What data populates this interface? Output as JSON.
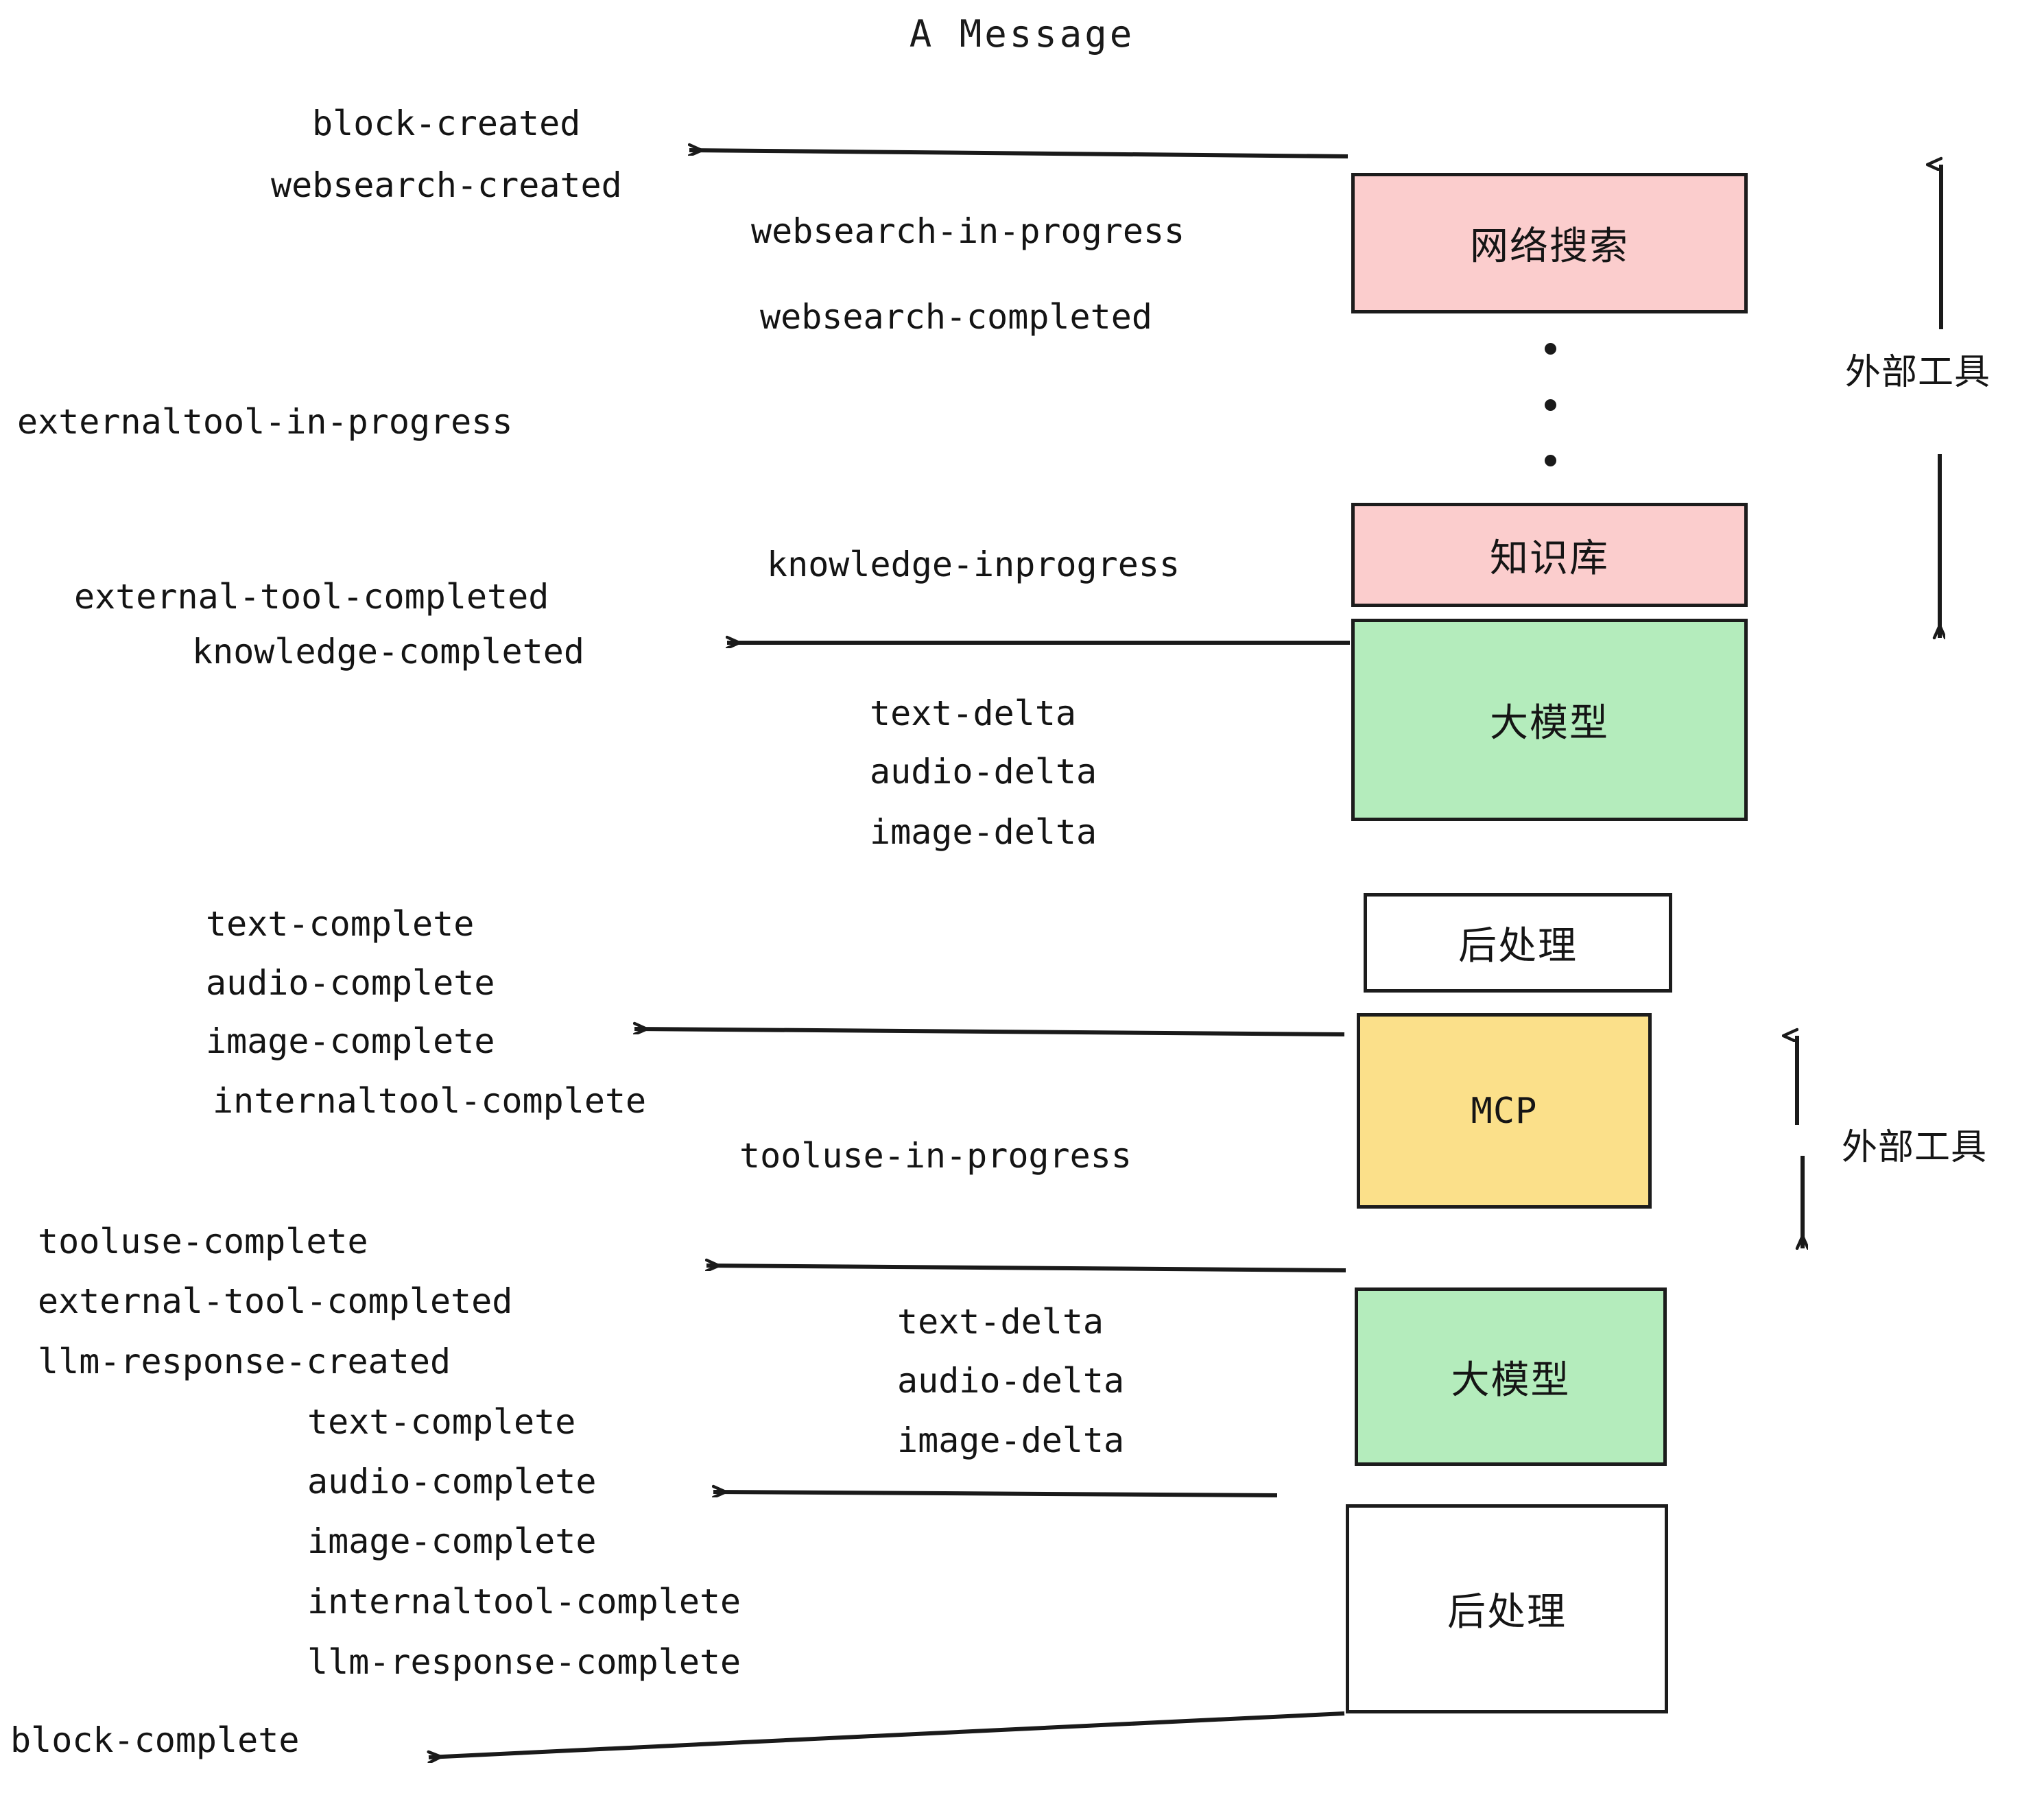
{
  "title": "A Message",
  "colors": {
    "pink": "#fbcdcd",
    "green": "#b4ecbc",
    "yellow": "#fbe08a",
    "white": "#ffffff",
    "stroke": "#1c1c1c",
    "text": "#141414"
  },
  "nodes": [
    {
      "id": "websearch",
      "label": "网络搜索",
      "fill": "#fbcdcd",
      "script": "cjk"
    },
    {
      "id": "knowledge",
      "label": "知识库",
      "fill": "#fbcdcd",
      "script": "cjk"
    },
    {
      "id": "llm-1",
      "label": "大模型",
      "fill": "#b4ecbc",
      "script": "cjk"
    },
    {
      "id": "postproc-1",
      "label": "后处理",
      "fill": "#ffffff",
      "script": "cjk"
    },
    {
      "id": "mcp",
      "label": "MCP",
      "fill": "#fbe08a",
      "script": "latin"
    },
    {
      "id": "llm-2",
      "label": "大模型",
      "fill": "#b4ecbc",
      "script": "cjk"
    },
    {
      "id": "postproc-2",
      "label": "后处理",
      "fill": "#ffffff",
      "script": "cjk"
    }
  ],
  "side_labels": [
    {
      "id": "external-tools-top",
      "label": "外部工具"
    },
    {
      "id": "external-tools-bottom",
      "label": "外部工具"
    }
  ],
  "events": [
    {
      "id": "block-created",
      "text": "block-created"
    },
    {
      "id": "websearch-created",
      "text": "websearch-created"
    },
    {
      "id": "websearch-in-progress",
      "text": "websearch-in-progress"
    },
    {
      "id": "websearch-completed",
      "text": "websearch-completed"
    },
    {
      "id": "externaltool-in-progress",
      "text": "externaltool-in-progress"
    },
    {
      "id": "knowledge-inprogress",
      "text": "knowledge-inprogress"
    },
    {
      "id": "external-tool-completed-1",
      "text": "external-tool-completed"
    },
    {
      "id": "knowledge-completed",
      "text": "knowledge-completed"
    },
    {
      "id": "text-delta-1",
      "text": "text-delta"
    },
    {
      "id": "audio-delta-1",
      "text": "audio-delta"
    },
    {
      "id": "image-delta-1",
      "text": "image-delta"
    },
    {
      "id": "text-complete-1",
      "text": "text-complete"
    },
    {
      "id": "audio-complete-1",
      "text": "audio-complete"
    },
    {
      "id": "image-complete-1",
      "text": "image-complete"
    },
    {
      "id": "internaltool-complete-1",
      "text": "internaltool-complete"
    },
    {
      "id": "tooluse-in-progress",
      "text": "tooluse-in-progress"
    },
    {
      "id": "tooluse-complete",
      "text": "tooluse-complete"
    },
    {
      "id": "external-tool-completed-2",
      "text": "external-tool-completed"
    },
    {
      "id": "llm-response-created",
      "text": "llm-response-created"
    },
    {
      "id": "text-delta-2",
      "text": "text-delta"
    },
    {
      "id": "audio-delta-2",
      "text": "audio-delta"
    },
    {
      "id": "image-delta-2",
      "text": "image-delta"
    },
    {
      "id": "text-complete-2",
      "text": "text-complete"
    },
    {
      "id": "audio-complete-2",
      "text": "audio-complete"
    },
    {
      "id": "image-complete-2",
      "text": "image-complete"
    },
    {
      "id": "internaltool-complete-2",
      "text": "internaltool-complete"
    },
    {
      "id": "llm-response-complete",
      "text": "llm-response-complete"
    },
    {
      "id": "block-complete",
      "text": "block-complete"
    }
  ]
}
